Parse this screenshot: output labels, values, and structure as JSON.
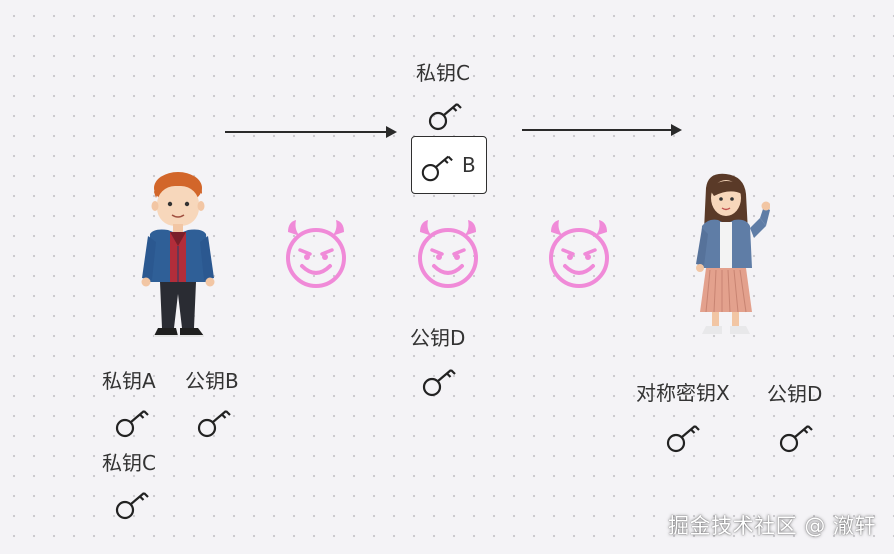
{
  "sender": {
    "keys": [
      {
        "label": "私钥A"
      },
      {
        "label": "公钥B"
      },
      {
        "label": "私钥C"
      }
    ]
  },
  "transit": {
    "outer_key_label": "私钥C",
    "box_label": "B",
    "public_key_label": "公钥D"
  },
  "receiver": {
    "keys": [
      {
        "label": "对称密钥X"
      },
      {
        "label": "公钥D"
      }
    ]
  },
  "attackers": {
    "count": 3,
    "color": "#f08ad8"
  },
  "watermark": "掘金技术社区 @ 澈轩"
}
